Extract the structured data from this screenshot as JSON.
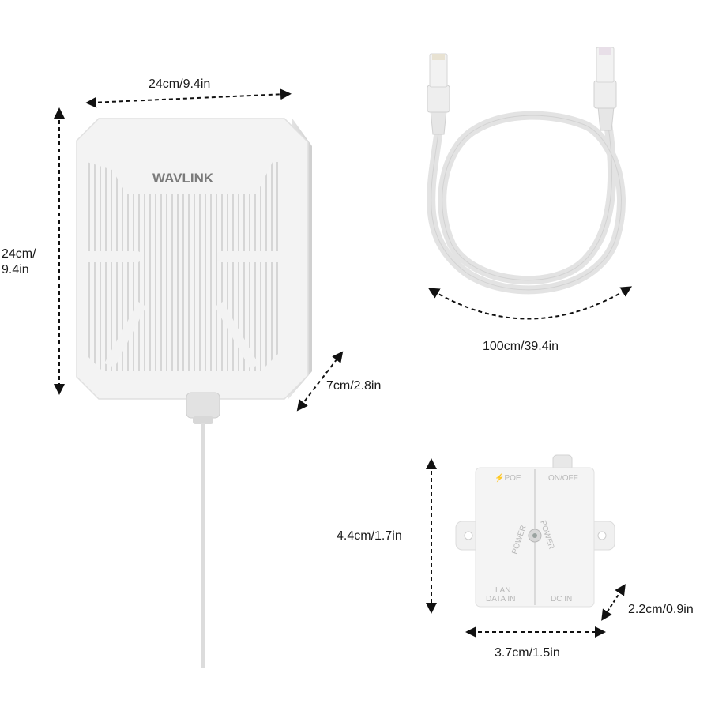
{
  "brand": "WAVLINK",
  "dimensions": {
    "router_width": "24cm/9.4in",
    "router_height_line1": "24cm/",
    "router_height_line2": "9.4in",
    "router_depth": "7cm/2.8in",
    "cable_length": "100cm/39.4in",
    "injector_height": "4.4cm/1.7in",
    "injector_depth": "2.2cm/0.9in",
    "injector_width": "3.7cm/1.5in"
  },
  "injector_labels": {
    "poe": "⚡POE",
    "on_off": "ON/OFF",
    "power_left": "POWER",
    "power_right": "POWER",
    "lan_line1": "LAN",
    "lan_line2": "DATA IN",
    "dc_in": "DC IN"
  },
  "colors": {
    "background": "#ffffff",
    "device": "#f2f2f2",
    "arrow": "#111111",
    "brand": "#7a7a7a"
  }
}
